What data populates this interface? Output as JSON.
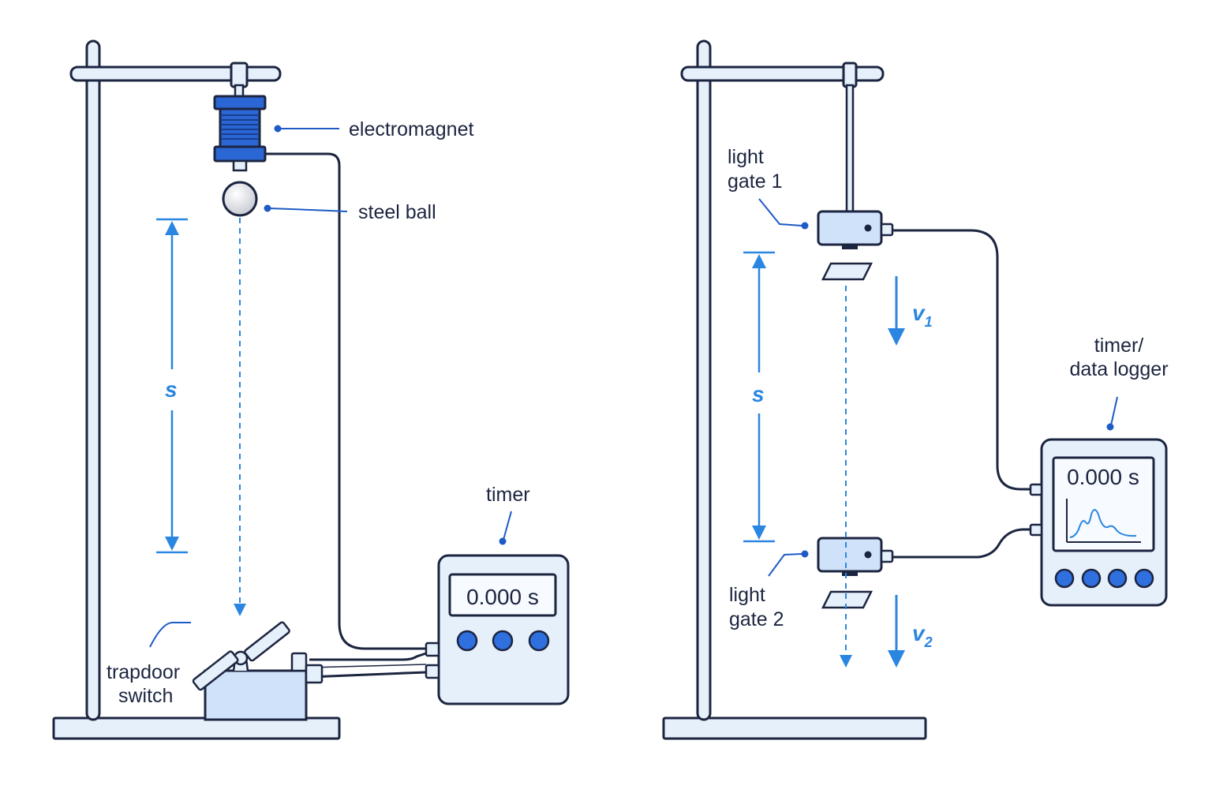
{
  "left": {
    "electromagnet_label": "electromagnet",
    "steel_ball_label": "steel ball",
    "distance_label": "s",
    "timer_label": "timer",
    "timer_reading": "0.000 s",
    "trapdoor_label_line1": "trapdoor",
    "trapdoor_label_line2": "switch"
  },
  "right": {
    "gate1_label_line1": "light",
    "gate1_label_line2": "gate 1",
    "gate2_label_line1": "light",
    "gate2_label_line2": "gate 2",
    "distance_label": "s",
    "v1_symbol": "v",
    "v1_subscript": "1",
    "v2_symbol": "v",
    "v2_subscript": "2",
    "logger_label_line1": "timer/",
    "logger_label_line2": "data logger",
    "logger_reading": "0.000 s"
  },
  "colors": {
    "outline": "#1c2540",
    "fill_light": "#e6f0fb",
    "fill_mid": "#cfe2fa",
    "accent": "#2a86e0",
    "magnet": "#2a66d4",
    "button": "#2f6fde"
  }
}
